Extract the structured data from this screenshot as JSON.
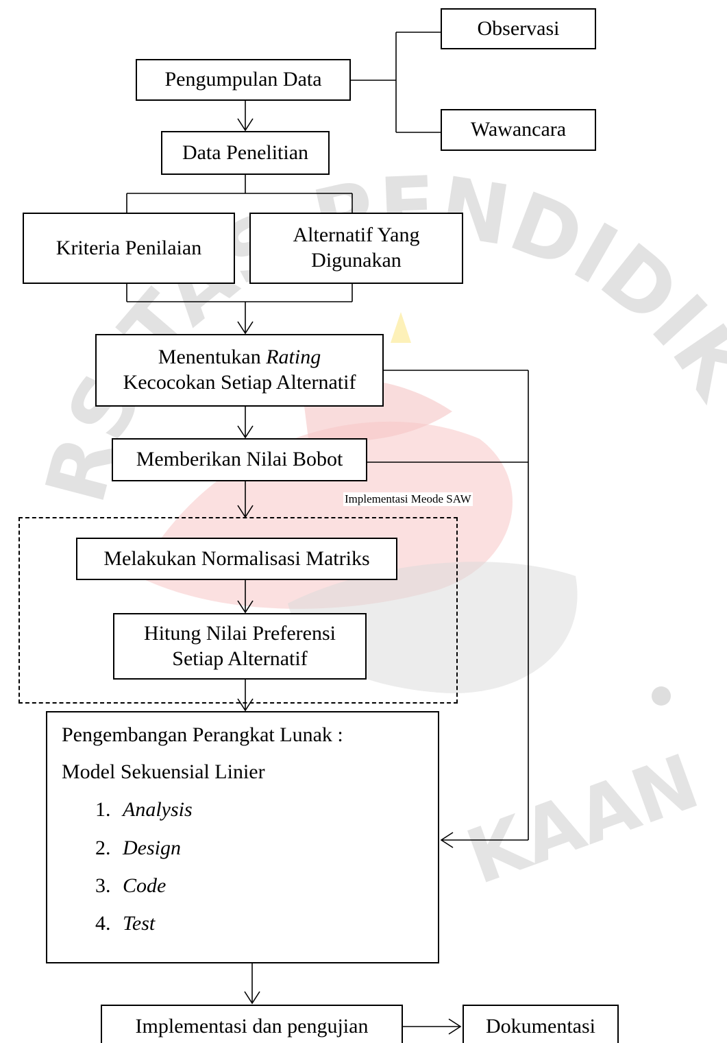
{
  "watermark": {
    "text": "UNIVERSITAS PENDIDIKAN INDONESIA",
    "kind": "university seal",
    "colors": {
      "ring": "#d9d9d9",
      "flame_red": "#f4b6b6",
      "flame_yellow": "#fdf3b8"
    }
  },
  "nodes": {
    "observasi": "Observasi",
    "pengumpulan_data": "Pengumpulan Data",
    "wawancara": "Wawancara",
    "data_penelitian": "Data Penelitian",
    "kriteria_penilaian": "Kriteria Penilaian",
    "alternatif_line1": "Alternatif Yang",
    "alternatif_line2": "Digunakan",
    "rating_line1_prefix": "Menentukan ",
    "rating_line1_italic": "Rating",
    "rating_line2": "Kecocokan Setiap Alternatif",
    "nilai_bobot": "Memberikan Nilai Bobot",
    "normalisasi": "Melakukan Normalisasi Matriks",
    "preferensi_line1": "Hitung Nilai Preferensi",
    "preferensi_line2": "Setiap Alternatif",
    "implementasi": "Implementasi dan pengujian",
    "dokumentasi": "Dokumentasi"
  },
  "saw_group": {
    "label": "Implementasi Meode SAW"
  },
  "development": {
    "title": "Pengembangan Perangkat Lunak :",
    "model": "Model Sekuensial Linier",
    "steps": [
      {
        "num": "1.",
        "label": "Analysis"
      },
      {
        "num": "2.",
        "label": "Design"
      },
      {
        "num": "3.",
        "label": "Code"
      },
      {
        "num": "4.",
        "label": "Test"
      }
    ]
  }
}
